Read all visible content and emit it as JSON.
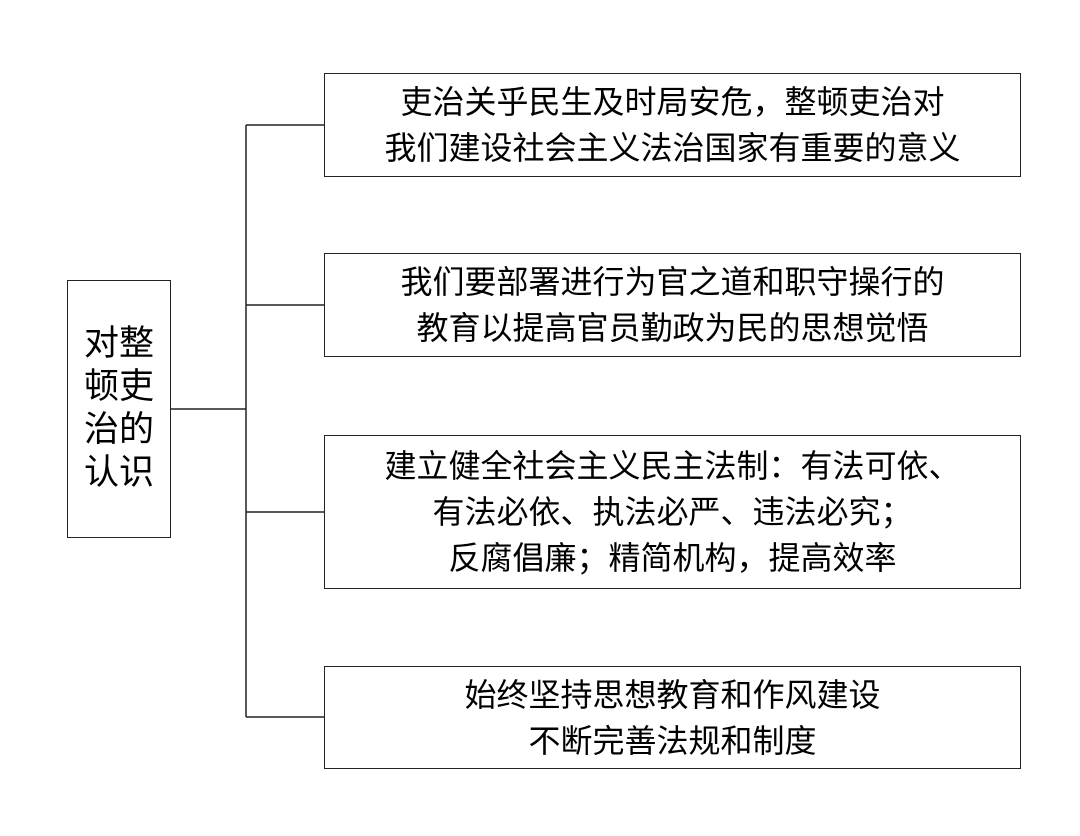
{
  "root": {
    "lines": [
      "对整",
      "顿吏",
      "治的",
      "认识"
    ]
  },
  "branches": [
    {
      "lines": [
        "吏治关乎民生及时局安危，整顿吏治对",
        "我们建设社会主义法治国家有重要的意义"
      ]
    },
    {
      "lines": [
        "我们要部署进行为官之道和职守操行的",
        "教育以提高官员勤政为民的思想觉悟"
      ]
    },
    {
      "lines": [
        "建立健全社会主义民主法制：有法可依、",
        "有法必依、执法必严、违法必究；",
        "反腐倡廉；精简机构，提高效率"
      ]
    },
    {
      "lines": [
        "始终坚持思想教育和作风建设",
        "不断完善法规和制度"
      ]
    }
  ]
}
